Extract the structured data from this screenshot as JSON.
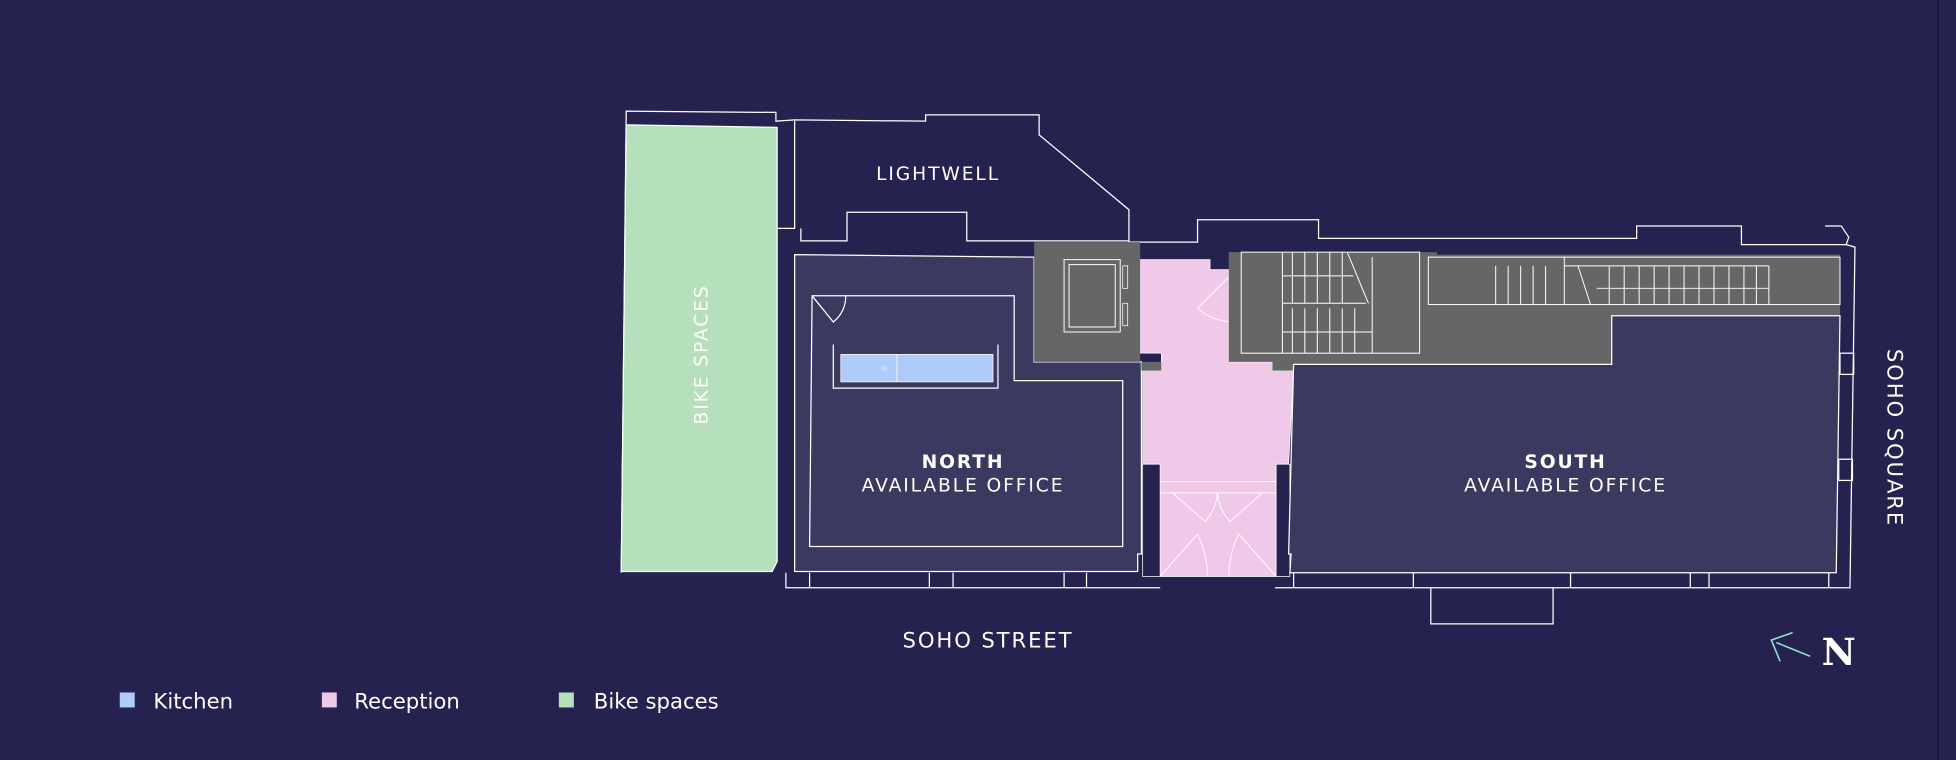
{
  "colors": {
    "background": "#252250",
    "office": "#3c3960",
    "core": "#666666",
    "kitchen": "#aecbfa",
    "reception": "#f0c8e8",
    "bike_spaces": "#b5e0bb",
    "north_arrow": "#8fe0c8"
  },
  "plan": {
    "lightwell": "LIGHTWELL",
    "bike_spaces": "BIKE SPACES",
    "north_office": {
      "name": "NORTH",
      "status": "AVAILABLE OFFICE"
    },
    "south_office": {
      "name": "SOUTH",
      "status": "AVAILABLE OFFICE"
    },
    "street_bottom": "SOHO STREET",
    "street_right": "SOHO SQUARE",
    "compass": "N"
  },
  "legend": [
    {
      "label": "Kitchen",
      "color": "#aecbfa"
    },
    {
      "label": "Reception",
      "color": "#f0c8e8"
    },
    {
      "label": "Bike spaces",
      "color": "#b5e0bb"
    }
  ]
}
